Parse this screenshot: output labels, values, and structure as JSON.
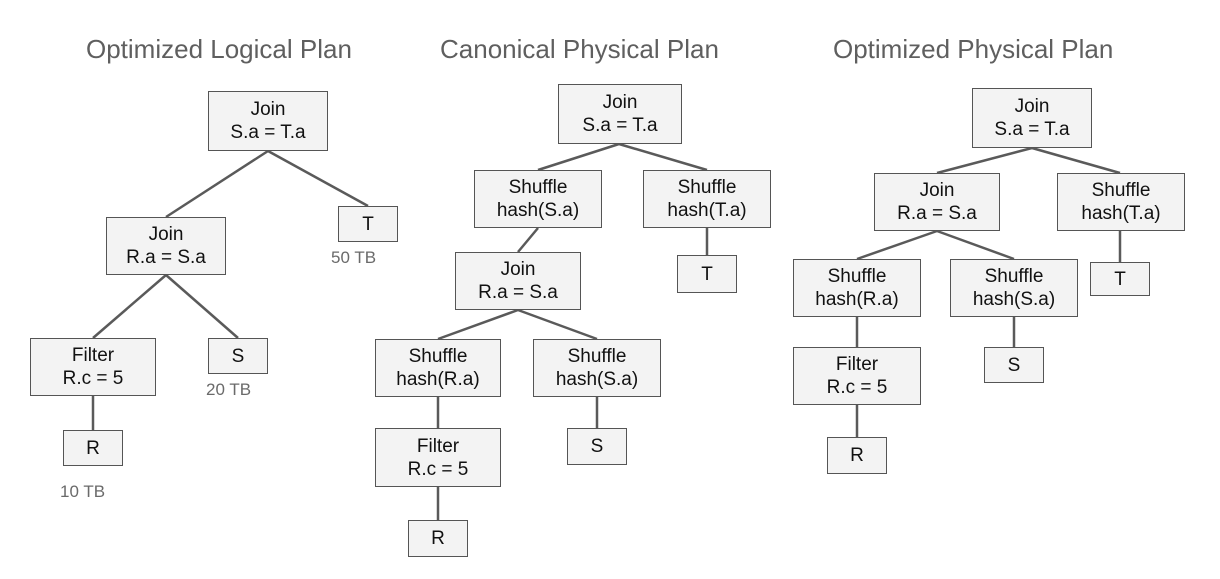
{
  "diagrams": [
    {
      "title": "Optimized Logical Plan",
      "nodes": [
        {
          "lines": [
            "Join",
            "S.a = T.a"
          ]
        },
        {
          "lines": [
            "Join",
            "R.a = S.a"
          ]
        },
        {
          "lines": [
            "T"
          ],
          "note": "50 TB"
        },
        {
          "lines": [
            "Filter",
            "R.c = 5"
          ]
        },
        {
          "lines": [
            "S"
          ],
          "note": "20 TB"
        },
        {
          "lines": [
            "R"
          ],
          "note": "10 TB"
        }
      ]
    },
    {
      "title": "Canonical Physical Plan",
      "nodes": [
        {
          "lines": [
            "Join",
            "S.a = T.a"
          ]
        },
        {
          "lines": [
            "Shuffle",
            "hash(S.a)"
          ]
        },
        {
          "lines": [
            "Shuffle",
            "hash(T.a)"
          ]
        },
        {
          "lines": [
            "Join",
            "R.a = S.a"
          ]
        },
        {
          "lines": [
            "T"
          ]
        },
        {
          "lines": [
            "Shuffle",
            "hash(R.a)"
          ]
        },
        {
          "lines": [
            "Shuffle",
            "hash(S.a)"
          ]
        },
        {
          "lines": [
            "Filter",
            "R.c = 5"
          ]
        },
        {
          "lines": [
            "S"
          ]
        },
        {
          "lines": [
            "R"
          ]
        }
      ]
    },
    {
      "title": "Optimized Physical Plan",
      "nodes": [
        {
          "lines": [
            "Join",
            "S.a = T.a"
          ]
        },
        {
          "lines": [
            "Join",
            "R.a = S.a"
          ]
        },
        {
          "lines": [
            "Shuffle",
            "hash(T.a)"
          ]
        },
        {
          "lines": [
            "Shuffle",
            "hash(R.a)"
          ]
        },
        {
          "lines": [
            "Shuffle",
            "hash(S.a)"
          ]
        },
        {
          "lines": [
            "T"
          ]
        },
        {
          "lines": [
            "Filter",
            "R.c = 5"
          ]
        },
        {
          "lines": [
            "S"
          ]
        },
        {
          "lines": [
            "R"
          ]
        }
      ]
    }
  ]
}
